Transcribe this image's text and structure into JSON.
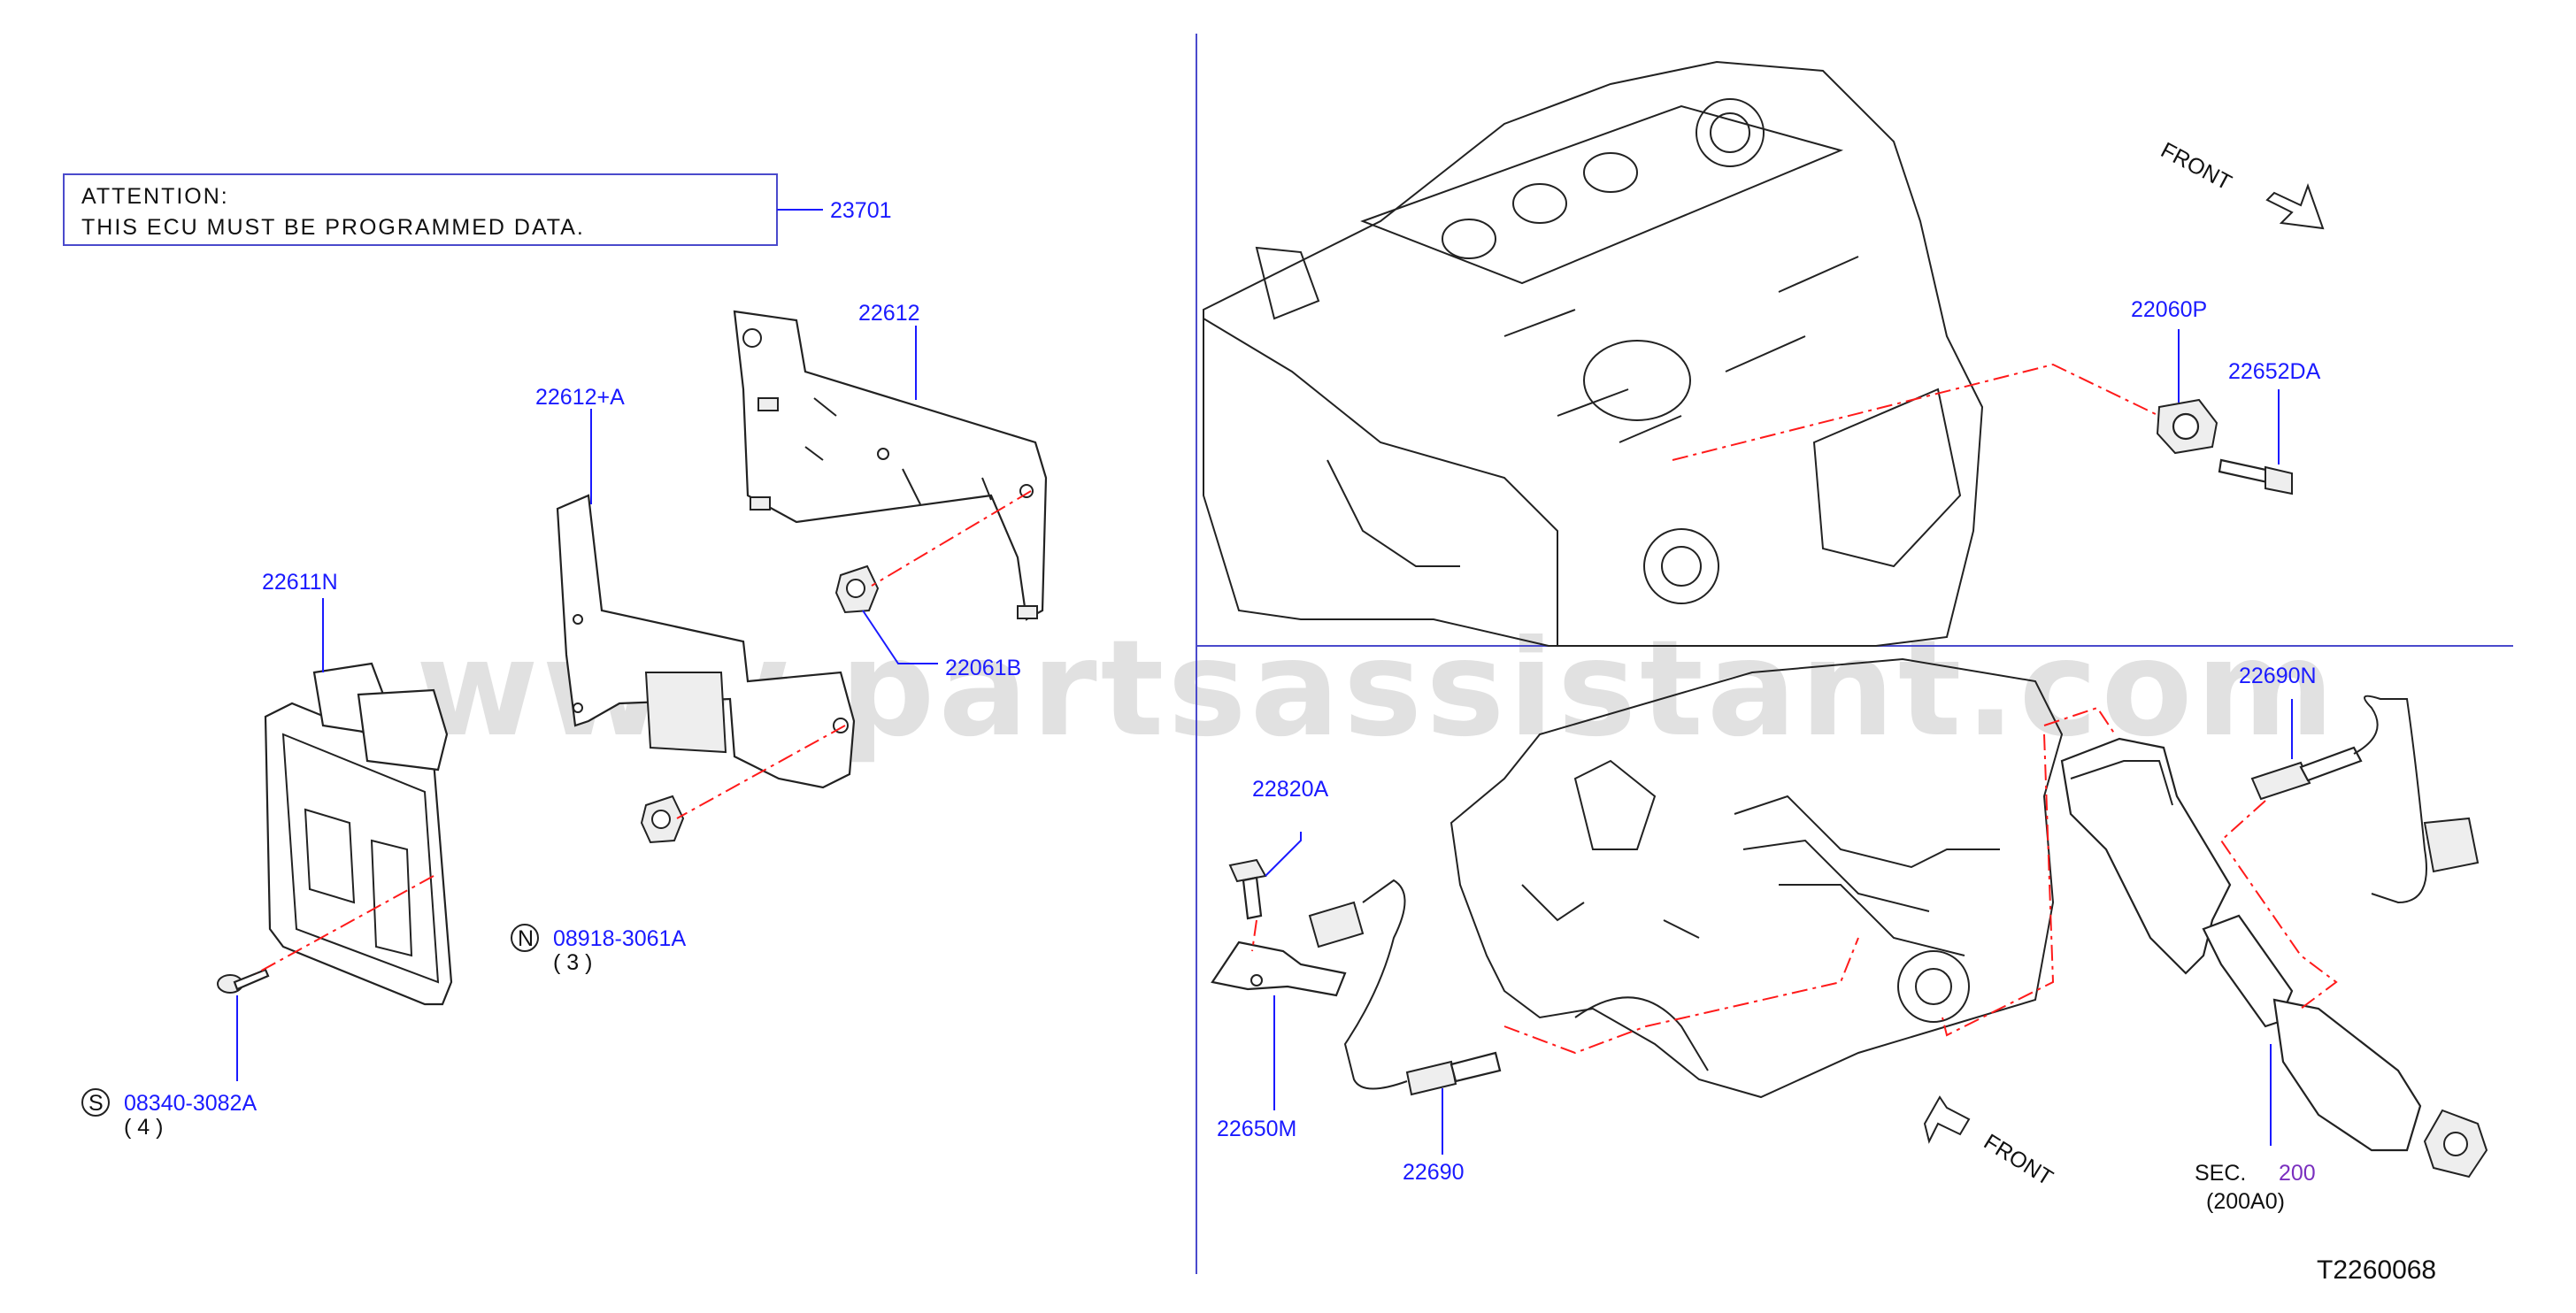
{
  "attention": {
    "line1": "ATTENTION:",
    "line2": "THIS  ECU  MUST  BE  PROGRAMMED  DATA."
  },
  "watermark": "www.partsassistant.com",
  "labels": {
    "p23701": "23701",
    "p22612": "22612",
    "p22612a": "22612+A",
    "p22611n": "22611N",
    "p22061b": "22061B",
    "p08918": "08918-3061A",
    "p08918_qty": "( 3 )",
    "p08918_sym": "N",
    "p08340": "08340-3082A",
    "p08340_qty": "( 4 )",
    "p08340_sym": "S",
    "p22060p": "22060P",
    "p22652da": "22652DA",
    "p22690n": "22690N",
    "p22820a": "22820A",
    "p22650m": "22650M",
    "p22690": "22690",
    "sec": "SEC.",
    "sec_num": "200",
    "sec_sub": "(200A0)",
    "front_top": "FRONT",
    "front_bottom": "FRONT",
    "diagram_id": "T2260068"
  },
  "colors": {
    "label": "#1a1aff",
    "leader": "#1a1aff",
    "reference_line": "#ff1a1a",
    "section_ref": "#7a2fbf",
    "outline": "#222222"
  }
}
